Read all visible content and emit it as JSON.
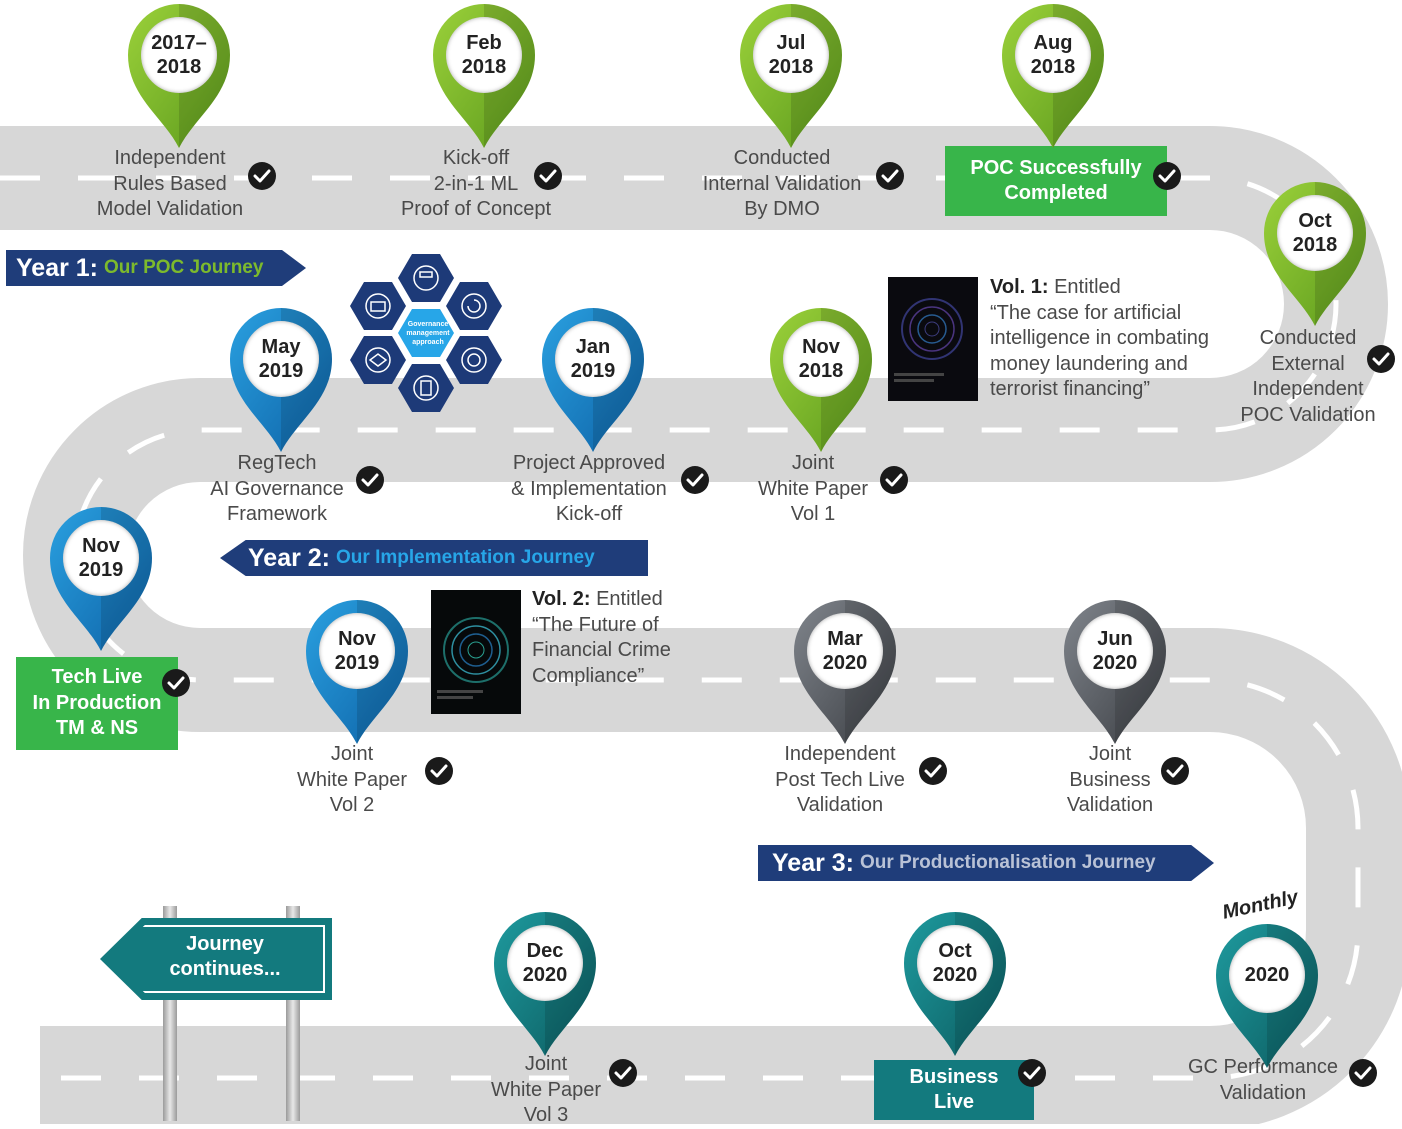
{
  "banners": {
    "y1": {
      "year": "Year 1:",
      "journey": "Our POC Journey"
    },
    "y2": {
      "year": "Year 2:",
      "journey": "Our Implementation Journey"
    },
    "y3": {
      "year": "Year 3:",
      "journey": "Our Productionalisation Journey"
    }
  },
  "milestones": [
    {
      "date": [
        "2017–",
        "2018"
      ],
      "caption": [
        "Independent",
        "Rules Based",
        "Model Validation"
      ],
      "color": "green"
    },
    {
      "date": [
        "Feb",
        "2018"
      ],
      "caption": [
        "Kick-off",
        "2-in-1 ML",
        "Proof of Concept"
      ],
      "color": "green"
    },
    {
      "date": [
        "Jul",
        "2018"
      ],
      "caption": [
        "Conducted",
        "Internal Validation",
        "By DMO"
      ],
      "color": "green"
    },
    {
      "date": [
        "Aug",
        "2018"
      ],
      "caption": [
        "POC Successfully",
        "Completed"
      ],
      "color": "green"
    },
    {
      "date": [
        "Oct",
        "2018"
      ],
      "caption": [
        "Conducted",
        "External",
        "Independent",
        "POC Validation"
      ],
      "color": "green"
    },
    {
      "date": [
        "Nov",
        "2018"
      ],
      "caption": [
        "Joint",
        "White Paper",
        "Vol 1"
      ],
      "color": "green"
    },
    {
      "date": [
        "Jan",
        "2019"
      ],
      "caption": [
        "Project Approved",
        "& Implementation",
        "Kick-off"
      ],
      "color": "blue"
    },
    {
      "date": [
        "May",
        "2019"
      ],
      "caption": [
        "RegTech",
        "AI Governance",
        "Framework"
      ],
      "color": "blue"
    },
    {
      "date": [
        "Nov",
        "2019"
      ],
      "caption": [
        "Tech Live",
        "In Production",
        "TM & NS"
      ],
      "color": "blue"
    },
    {
      "date": [
        "Nov",
        "2019"
      ],
      "caption": [
        "Joint",
        "White Paper",
        "Vol 2"
      ],
      "color": "blue"
    },
    {
      "date": [
        "Mar",
        "2020"
      ],
      "caption": [
        "Independent",
        "Post Tech Live",
        "Validation"
      ],
      "color": "gray"
    },
    {
      "date": [
        "Jun",
        "2020"
      ],
      "caption": [
        "Joint",
        "Business",
        "Validation"
      ],
      "color": "gray"
    },
    {
      "date": [
        "",
        "2020"
      ],
      "caption": [
        "GC  Performance",
        "Validation"
      ],
      "color": "teal"
    },
    {
      "date": [
        "Oct",
        "2020"
      ],
      "caption": [
        "Business",
        "Live"
      ],
      "color": "teal"
    },
    {
      "date": [
        "Dec",
        "2020"
      ],
      "caption": [
        "Joint",
        "White Paper",
        "Vol 3"
      ],
      "color": "teal"
    }
  ],
  "monthly": "Monthly",
  "whitepapers": {
    "vol1": {
      "title": "Vol. 1:",
      "rest": "Entitled",
      "lines": [
        "“The case for artificial",
        "intelligence in combating",
        "money laundering and",
        "terrorist financing”"
      ]
    },
    "vol2": {
      "title": "Vol. 2:",
      "rest": "Entitled",
      "lines": [
        "“The Future of",
        "Financial Crime",
        "Compliance”"
      ]
    }
  },
  "governance": {
    "center": "Governance management approach"
  },
  "sign": {
    "lines": [
      "Journey",
      "continues..."
    ]
  },
  "colors": {
    "green": "#7dba2c",
    "blue": "#1a84c7",
    "gray": "#55595f",
    "teal": "#137a7e",
    "navy": "#1f3d7a",
    "box_green": "#38b54a",
    "road": "#d7d7d7"
  }
}
